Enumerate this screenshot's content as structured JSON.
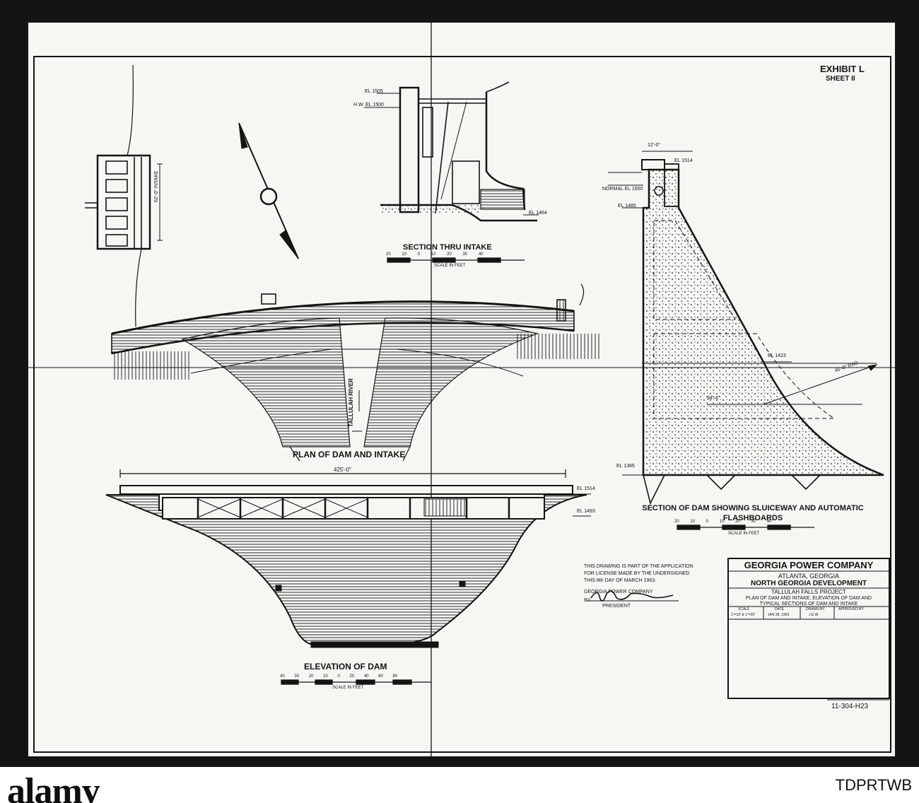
{
  "exhibit": {
    "title": "EXHIBIT L",
    "sheet": "SHEET II"
  },
  "section_intake": {
    "title": "SECTION THRU INTAKE",
    "el_top": "EL 1505",
    "el_hw": "H.W. EL 1500",
    "el_bottom": "EL 1464",
    "scale_ticks": [
      "20",
      "10",
      "0",
      "10",
      "20",
      "30",
      "40"
    ],
    "scale_label": "SCALE IN FEET"
  },
  "intake_plan": {
    "dimension": "62'-0\" INTAKE"
  },
  "plan_dam": {
    "title": "PLAN OF DAM AND INTAKE",
    "river": "TALLULAH RIVER"
  },
  "elevation_dam": {
    "title": "ELEVATION OF DAM",
    "length": "425'-0\"",
    "el_top": "EL 1514",
    "el_mid": "EL 1493",
    "scale_ticks": [
      "40",
      "30",
      "20",
      "10",
      "0",
      "20",
      "40",
      "60",
      "80"
    ],
    "scale_label": "SCALE IN FEET"
  },
  "section_dam": {
    "title": "SECTION OF DAM SHOWING SLUICEWAY AND AUTOMATIC FLASHBOARDS",
    "width_top": "12'-0\"",
    "el_top": "EL 1514",
    "normal_el": "NORMAL EL 1500",
    "el_flash": "EL 1485",
    "el_mid": "EL 1423",
    "dim_base": "94'-4\"",
    "radius": "45'-0\" RAD",
    "el_bottom": "EL 1385",
    "scale_ticks": [
      "20",
      "10",
      "0",
      "10",
      "20",
      "30",
      "40"
    ],
    "scale_label": "SCALE IN FEET"
  },
  "certification": {
    "line1": "THIS DRAWING IS PART OF THE APPLICATION",
    "line2": "FOR LICENSE MADE BY THE UNDERSIGNED",
    "line3": "THIS 8th DAY OF MARCH 1963.",
    "company": "GEORGIA POWER COMPANY",
    "by": "BY",
    "president": "PRESIDENT"
  },
  "title_block": {
    "company": "GEORGIA POWER COMPANY",
    "city": "ATLANTA, GEORGIA",
    "development": "NORTH GEORGIA DEVELOPMENT",
    "project": "TALLULAH FALLS PROJECT",
    "description1": "PLAN OF DAM AND INTAKE, ELEVATION OF DAM AND",
    "description2": "TYPICAL SECTIONS OF DAM AND INTAKE",
    "col_scale": "SCALE",
    "col_date": "DATE",
    "col_drawn": "DRAWN BY",
    "col_approved": "APPROVED BY",
    "val_scale": "1\"=10' & 1\"=20'",
    "val_date": "JAN 28, 1963",
    "val_drawn": "J.E.W."
  },
  "drawing_number": "11-304-H23",
  "stamp": "11-304-H23",
  "watermark": {
    "text": "alamy",
    "code": "TDPRTWB"
  },
  "colors": {
    "ink": "#141414",
    "paper": "#f6f6f3",
    "frame": "#141414"
  }
}
